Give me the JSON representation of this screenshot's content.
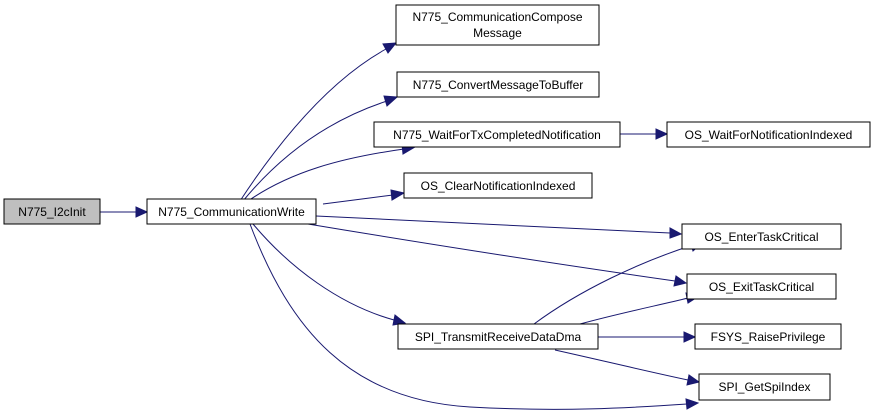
{
  "colors": {
    "edge": "#191970",
    "node_fill": "#ffffff",
    "focus_fill": "#bfbfbf",
    "node_border": "#000000"
  },
  "nodes": {
    "i2cinit": {
      "lines": [
        "N775_I2cInit"
      ]
    },
    "comm_write": {
      "lines": [
        "N775_CommunicationWrite"
      ]
    },
    "compose": {
      "lines": [
        "N775_CommunicationCompose",
        "Message"
      ]
    },
    "convert": {
      "lines": [
        "N775_ConvertMessageToBuffer"
      ]
    },
    "wait_tx": {
      "lines": [
        "N775_WaitForTxCompletedNotification"
      ]
    },
    "os_wait": {
      "lines": [
        "OS_WaitForNotificationIndexed"
      ]
    },
    "os_clear": {
      "lines": [
        "OS_ClearNotificationIndexed"
      ]
    },
    "os_enter": {
      "lines": [
        "OS_EnterTaskCritical"
      ]
    },
    "os_exit": {
      "lines": [
        "OS_ExitTaskCritical"
      ]
    },
    "spi_trx": {
      "lines": [
        "SPI_TransmitReceiveDataDma"
      ]
    },
    "fsys": {
      "lines": [
        "FSYS_RaisePrivilege"
      ]
    },
    "spi_idx": {
      "lines": [
        "SPI_GetSpiIndex"
      ]
    }
  }
}
